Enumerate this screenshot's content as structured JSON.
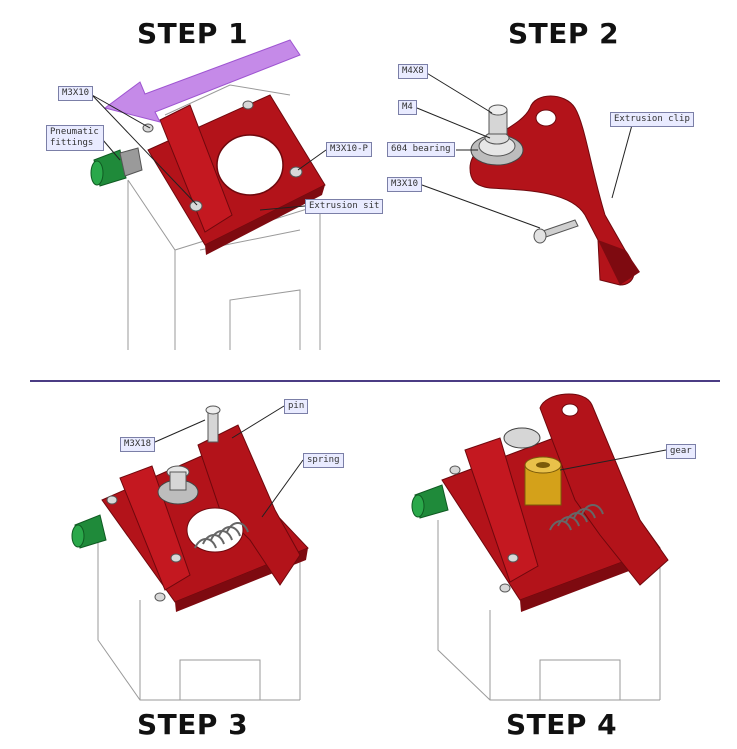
{
  "steps": [
    {
      "title": "STEP 1"
    },
    {
      "title": "STEP 2"
    },
    {
      "title": "STEP 3"
    },
    {
      "title": "STEP 4"
    }
  ],
  "callouts": {
    "step1": {
      "m3x10": "M3X10",
      "pneumatic_line1": "Pneumatic",
      "pneumatic_line2": "fittings",
      "m3x10p": "M3X10-P",
      "extrusion_sit": "Extrusion sit"
    },
    "step2": {
      "m4x8": "M4X8",
      "m4": "M4",
      "bearing": "604 bearing",
      "m3x10": "M3X10",
      "extrusion_clip": "Extrusion clip"
    },
    "step3": {
      "pin": "pin",
      "m3x18": "M3X18",
      "spring": "spring"
    },
    "step4": {
      "gear": "gear"
    }
  },
  "colors": {
    "part_red": "#b3131a",
    "part_red_dark": "#7e0a10",
    "fitting_green": "#1f8a3a",
    "arrow_purple": "#c58ae8",
    "gear_gold": "#d4a11a",
    "divider": "#4b3c84"
  }
}
